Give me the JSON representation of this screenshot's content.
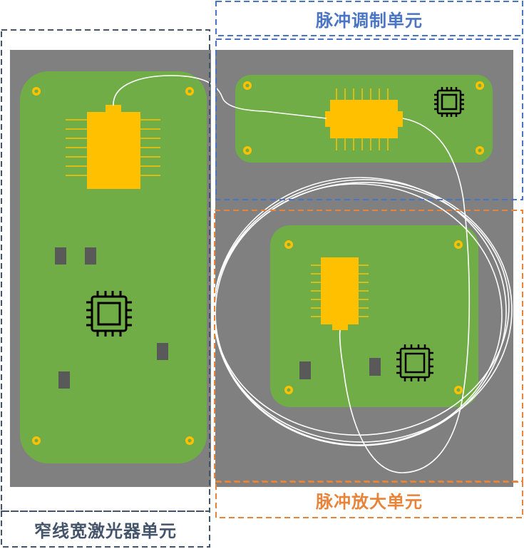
{
  "labels": {
    "modulation": "脉冲调制单元",
    "amplifier": "脉冲放大单元",
    "laser": "窄线宽激光器单元"
  },
  "colors": {
    "base_plate": "#808080",
    "pcb": "#70ad47",
    "chip": "#ffc000",
    "pin": "#ffc000",
    "hole": "#ffc000",
    "component": "#595959",
    "fiber": "#ffffff",
    "modulation_border": "#4a74c4",
    "amplifier_border": "#e8833a",
    "laser_border": "#44546a"
  },
  "icons": [
    "chip-icon",
    "mounting-hole",
    "butterfly-package",
    "fiber-coil"
  ]
}
